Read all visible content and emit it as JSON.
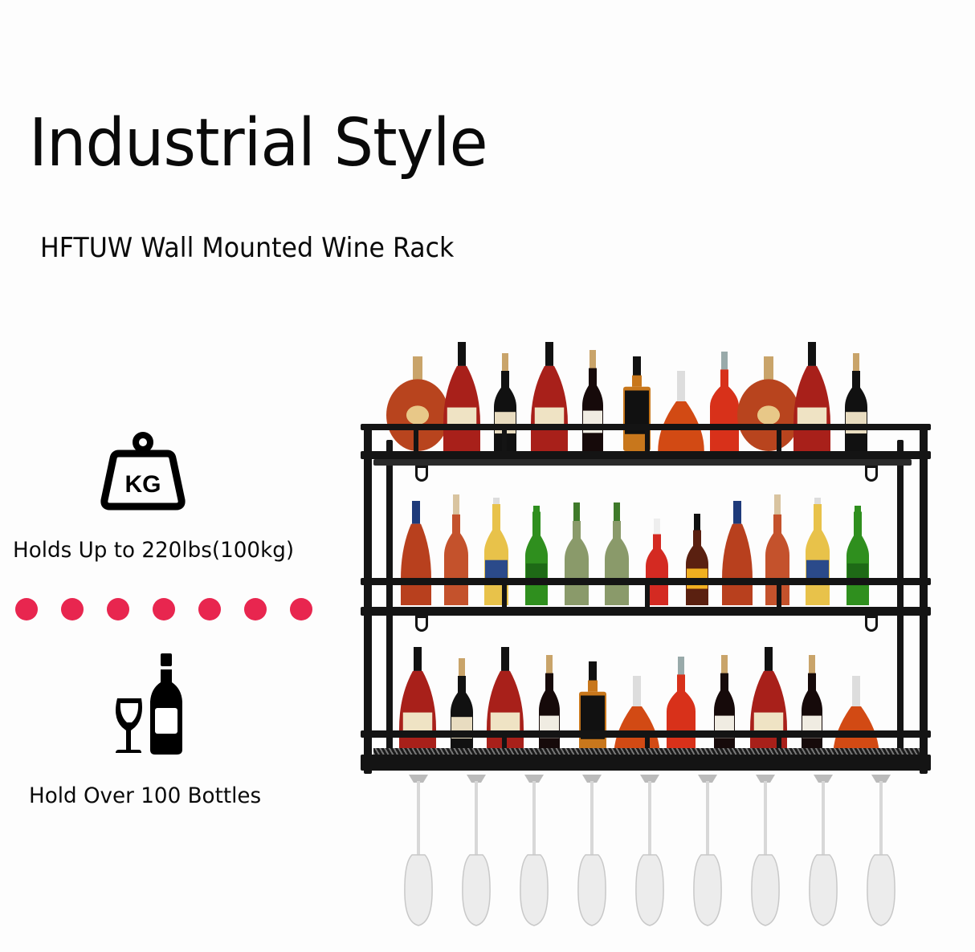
{
  "header": {
    "title": "Industrial Style",
    "subtitle": "HFTUW Wall Mounted Wine Rack"
  },
  "features": [
    {
      "icon": "kg-weight-icon",
      "icon_text": "KG",
      "label": "Holds Up to 220lbs(100kg)"
    },
    {
      "icon": "wine-glass-bottle-icon",
      "label": "Hold Over 100 Bottles"
    }
  ],
  "divider": {
    "dot_count": 7,
    "dot_color": "#e8264f"
  },
  "product": {
    "name": "wall-mounted-wine-rack",
    "frame_color": "#141414",
    "shelves": 3,
    "glass_count": 9,
    "shelf_top_bottles": [
      "cognac-round",
      "hennessy",
      "moet",
      "hennessy",
      "red-wine",
      "jack-daniels",
      "cognac-flask",
      "red-liqueur",
      "cognac-round",
      "hennessy",
      "moet"
    ],
    "shelf_middle_bottles": [
      "martell",
      "brandy",
      "corona",
      "heineken",
      "olive-oil",
      "olive-oil",
      "ketchup",
      "sauce",
      "martell",
      "brandy",
      "corona",
      "heineken"
    ],
    "shelf_bottom_bottles": [
      "hennessy",
      "moet",
      "hennessy",
      "red-wine",
      "jack-daniels",
      "cognac-flask",
      "red-liqueur",
      "red-wine",
      "hennessy",
      "red-wine",
      "cognac-flask"
    ]
  }
}
